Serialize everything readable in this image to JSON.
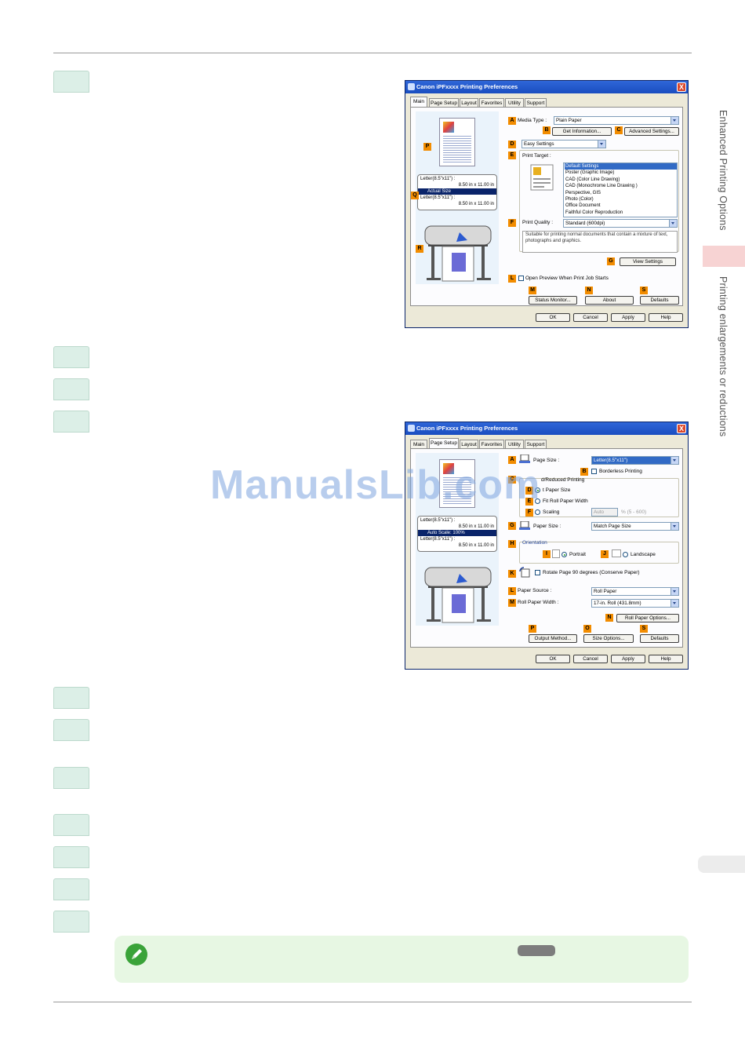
{
  "watermark": "ManualsLib.com",
  "sidebar": {
    "section_1": "Enhanced Printing Options",
    "section_2": "Printing enlargements or reductions"
  },
  "dialog1": {
    "title": "Canon iPFxxxx Printing Preferences",
    "close": "X",
    "tabs": [
      "Main",
      "Page Setup",
      "Layout",
      "Favorites",
      "Utility",
      "Support"
    ],
    "badges": {
      "A": "A",
      "B": "B",
      "C": "C",
      "D": "D",
      "E": "E",
      "F": "F",
      "G": "G",
      "L": "L",
      "M": "M",
      "N": "N",
      "S": "S",
      "P": "P",
      "Q": "Q",
      "R": "R"
    },
    "preview": {
      "line1": "Letter(8.5\"x11\") :",
      "line2": "8.50 in x 11.00 in",
      "highlight": "Actual Size",
      "line3": "Letter(8.5\"x11\") :",
      "line4": "8.50 in x 11.00 in"
    },
    "media_type_label": "Media Type :",
    "media_type_value": "Plain Paper",
    "get_information": "Get Information...",
    "advanced_settings": "Advanced Settings...",
    "easy_settings": "Easy Settings",
    "print_target_label": "Print Target :",
    "print_targets": [
      "Default Settings",
      "Poster (Graphic Image)",
      "CAD (Color Line Drawing)",
      "CAD (Monochrome Line Drawing )",
      "Perspective, GIS",
      "Photo (Color)",
      "Office Document",
      "Faithful Color Reproduction"
    ],
    "print_quality_label": "Print Quality :",
    "print_quality_value": "Standard (600dpi)",
    "description": "Suitable for printing normal documents that contain a mixture of text, photographs and graphics.",
    "view_settings": "View Settings",
    "open_preview": "Open Preview When Print Job Starts",
    "status_monitor": "Status Monitor...",
    "about": "About",
    "defaults": "Defaults",
    "ok": "OK",
    "cancel": "Cancel",
    "apply": "Apply",
    "help": "Help"
  },
  "dialog2": {
    "title": "Canon iPFxxxx Printing Preferences",
    "close": "X",
    "tabs": [
      "Main",
      "Page Setup",
      "Layout",
      "Favorites",
      "Utility",
      "Support"
    ],
    "badges": {
      "A": "A",
      "B": "B",
      "C": "C",
      "D": "D",
      "E": "E",
      "F": "F",
      "G": "G",
      "H": "H",
      "I": "I",
      "J": "J",
      "K": "K",
      "L": "L",
      "M": "M",
      "N": "N",
      "O": "O",
      "P": "P",
      "S": "S"
    },
    "preview": {
      "line1": "Letter(8.5\"x11\") :",
      "line2": "8.50 in x 11.00 in",
      "highlight": "Auto Scale: 100%",
      "line3": "Letter(8.5\"x11\") :",
      "line4": "8.50 in x 11.00 in"
    },
    "page_size_label": "Page Size :",
    "page_size_value": "Letter(8.5\"x11\")",
    "borderless": "Borderless Printing",
    "enlarged_reduced": "d/Reduced Printing",
    "fit_paper_size": "t Paper Size",
    "fit_roll_width": "Fit Roll Paper Width",
    "scaling": "Scaling",
    "scaling_value": "Auto",
    "scaling_range": "% (5 - 600)",
    "paper_size_label": "Paper Size :",
    "paper_size_value": "Match Page Size",
    "orientation": "Orientation",
    "portrait": "Portrait",
    "landscape": "Landscape",
    "rotate": "Rotate Page 90 degrees (Conserve Paper)",
    "paper_source_label": "Paper Source :",
    "paper_source_value": "Roll Paper",
    "roll_width_label": "Roll Paper Width :",
    "roll_width_value": "17-in. Roll (431.8mm)",
    "roll_options": "Roll Paper Options...",
    "output_method": "Output Method...",
    "size_options": "Size Options...",
    "defaults": "Defaults",
    "ok": "OK",
    "cancel": "Cancel",
    "apply": "Apply",
    "help": "Help"
  }
}
